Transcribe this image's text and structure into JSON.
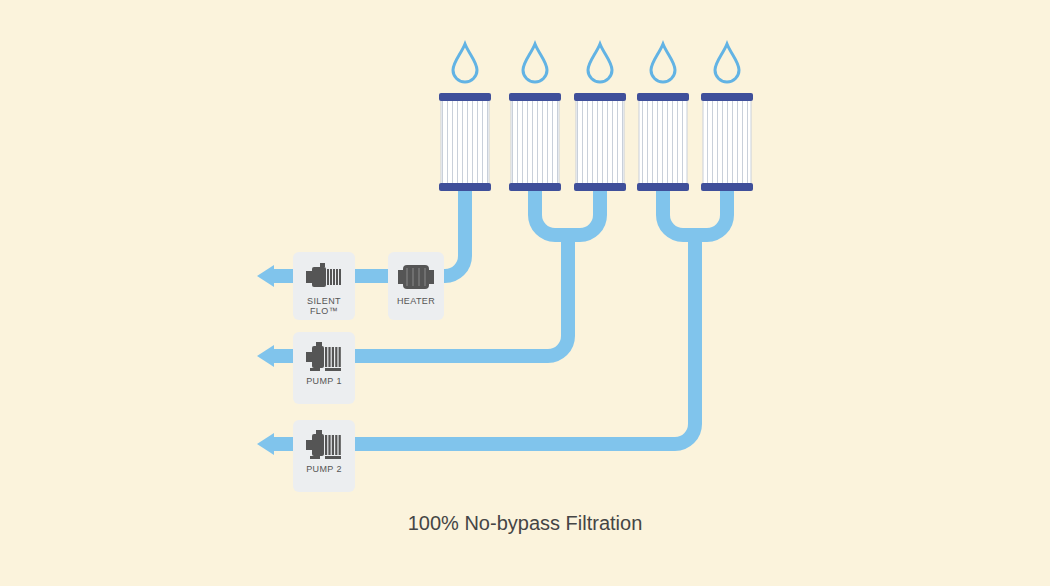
{
  "diagram": {
    "caption": "100% No-bypass Filtration",
    "nodes": [
      {
        "text": [
          "SILENT FLO™"
        ]
      },
      {
        "text": [
          "HEATER"
        ]
      },
      {
        "text": [
          "PUMP 1"
        ]
      },
      {
        "text": [
          "PUMP 2"
        ]
      }
    ],
    "edges": [
      {
        "from": 1,
        "to": 0,
        "arrow": "none"
      }
    ]
  }
}
